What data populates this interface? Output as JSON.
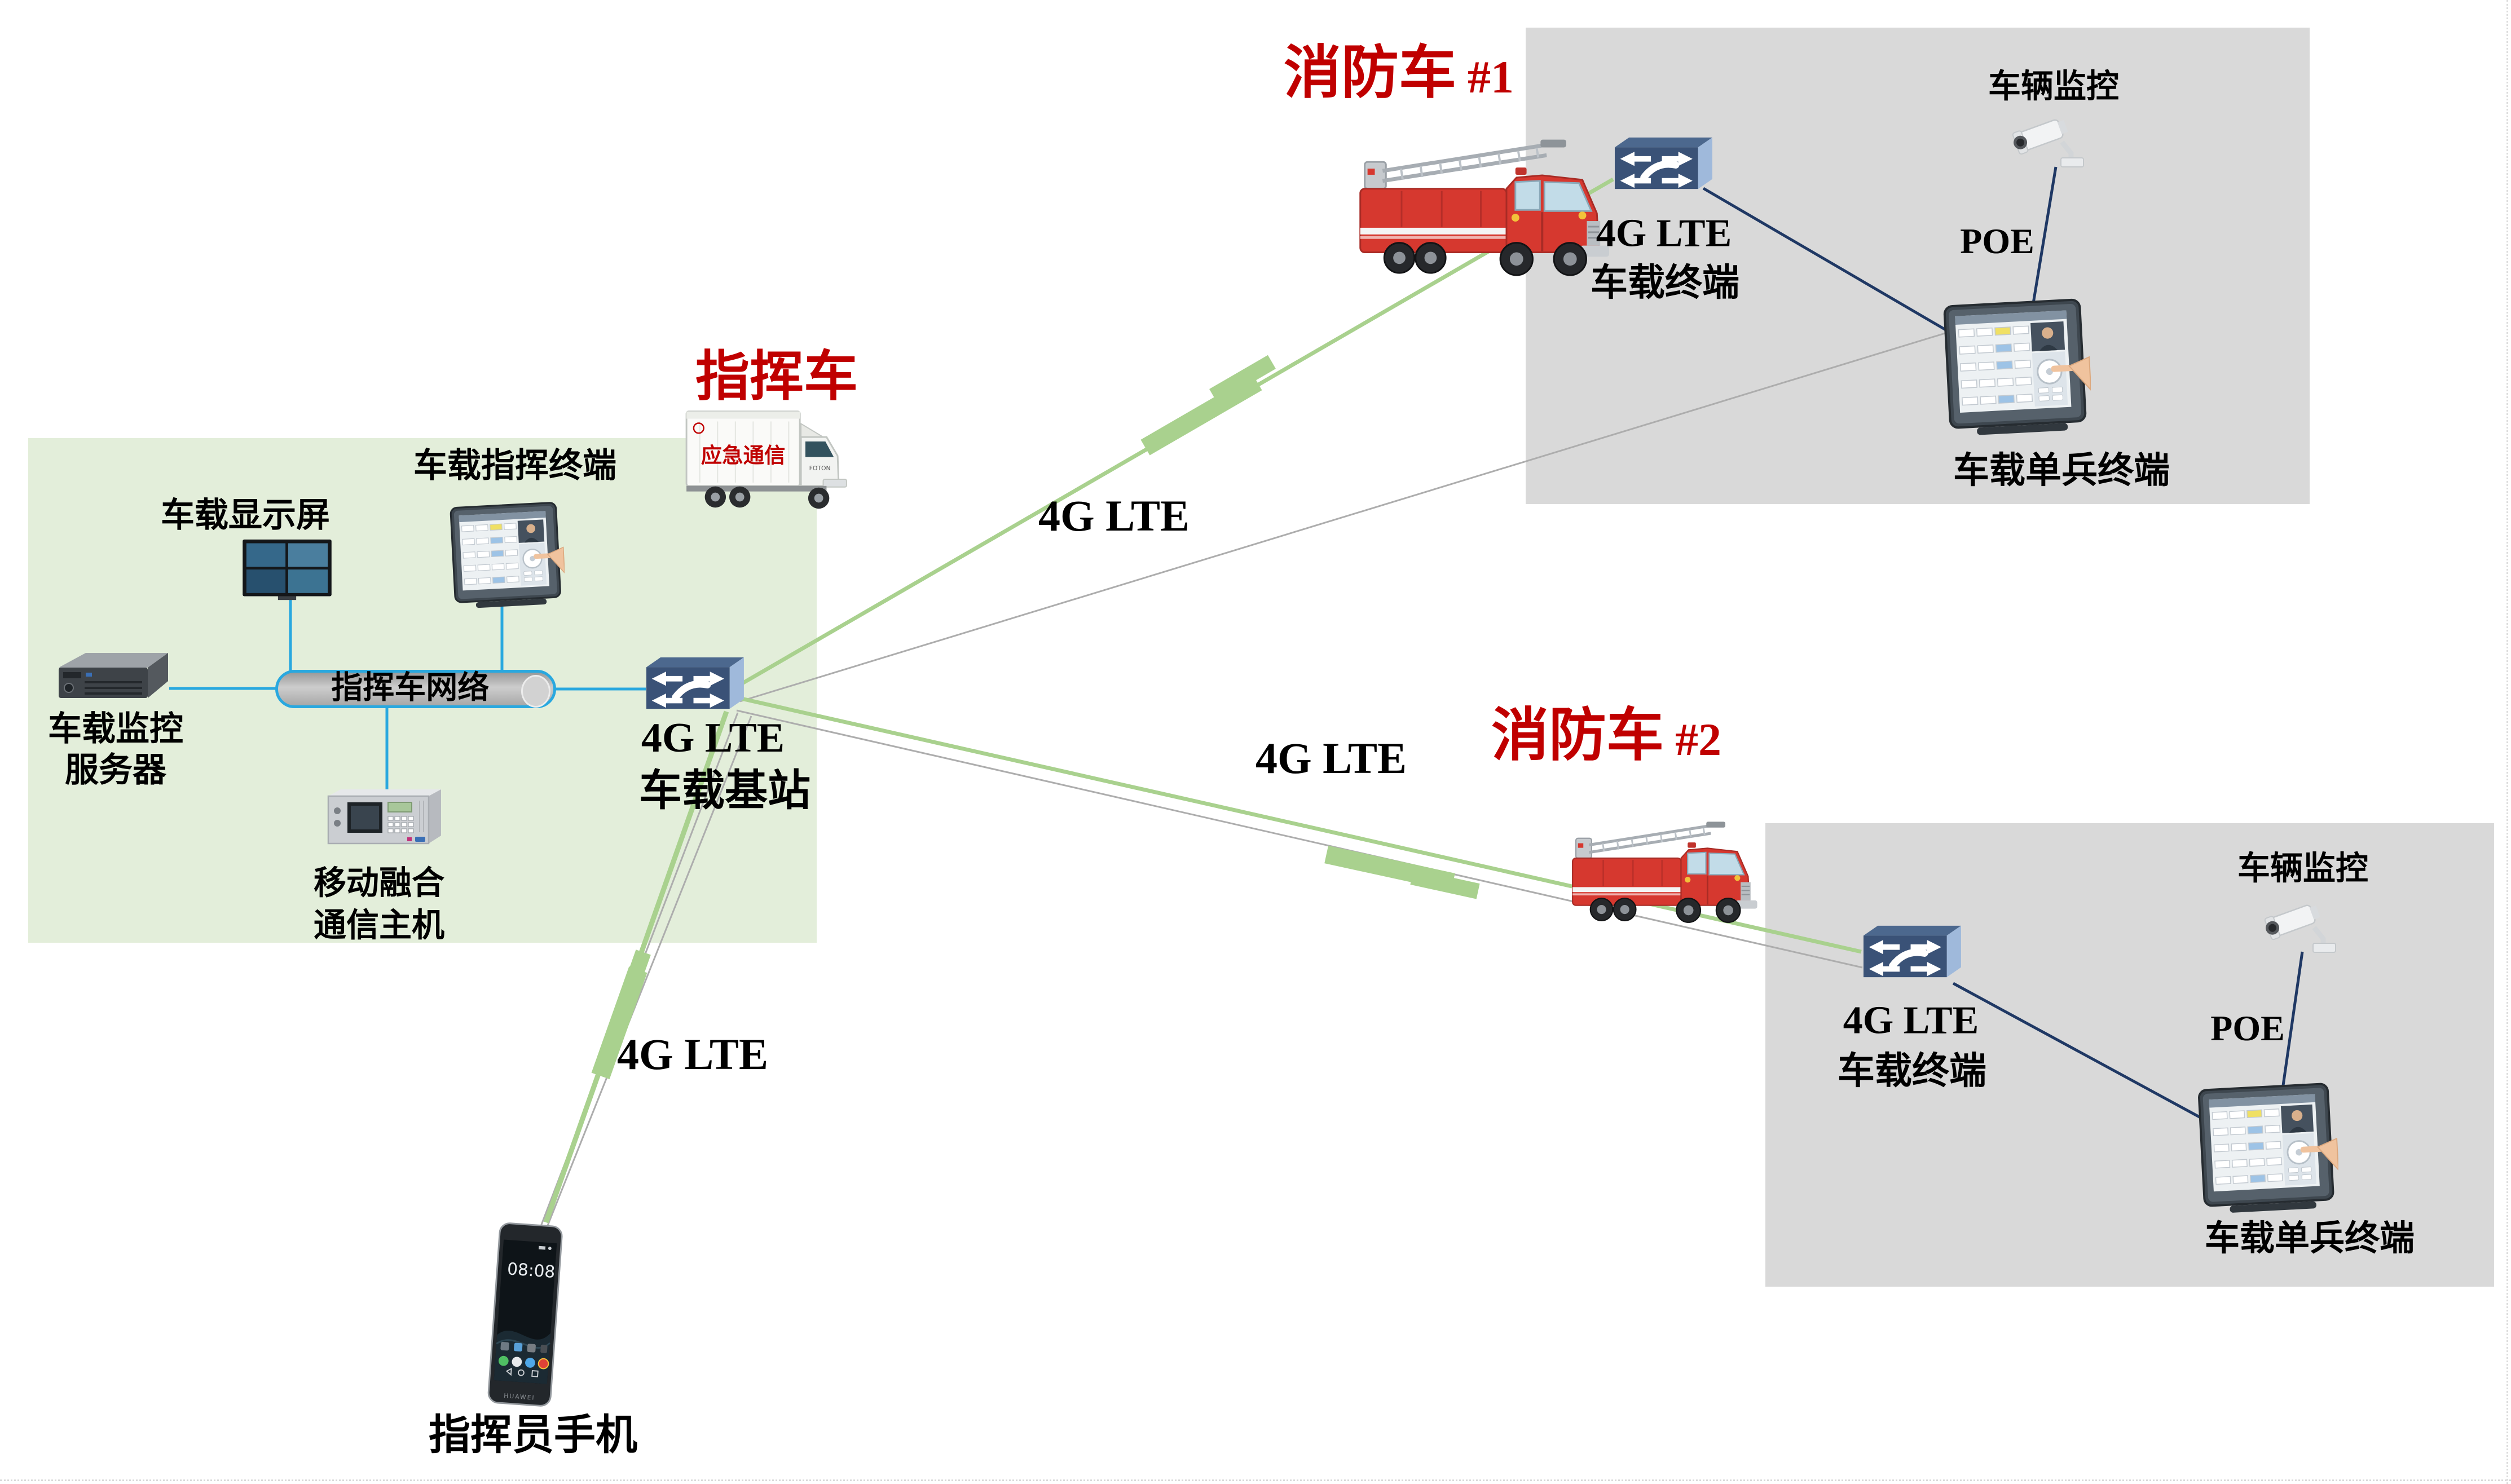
{
  "palette": {
    "title_red": "#C00000",
    "cyan_line": "#29A8DF",
    "navy_line": "#1F3864",
    "link_green": "#A9D18E",
    "command_box_bg": "#E3EEDA",
    "fire_truck_box_bg": "#D9D9D9"
  },
  "command_vehicle": {
    "title": "指挥车",
    "truck_side_text": "应急通信",
    "truck_brand": "FOTON",
    "display_label": "车载显示屏",
    "terminal_label": "车载指挥终端",
    "server_label_1": "车载监控",
    "server_label_2": "服务器",
    "network_label": "指挥车网络",
    "host_label_1": "移动融合",
    "host_label_2": "通信主机",
    "bts_label_1": "4G LTE",
    "bts_label_2": "车载基站"
  },
  "fire_truck_1": {
    "title": "消防车",
    "unit_no": "#1",
    "terminal_label_1": "4G LTE",
    "terminal_label_2": "车载终端",
    "camera_label": "车辆监控",
    "poe_label": "POE",
    "soldier_label": "车载单兵终端"
  },
  "fire_truck_2": {
    "title": "消防车",
    "unit_no": "#2",
    "terminal_label_1": "4G LTE",
    "terminal_label_2": "车载终端",
    "camera_label": "车辆监控",
    "poe_label": "POE",
    "soldier_label": "车载单兵终端"
  },
  "phone": {
    "label": "指挥员手机",
    "clock": "08:08",
    "brand": "HUAWEI"
  },
  "link_labels": {
    "to_truck1": "4G LTE",
    "to_truck2": "4G LTE",
    "to_phone": "4G LTE"
  }
}
